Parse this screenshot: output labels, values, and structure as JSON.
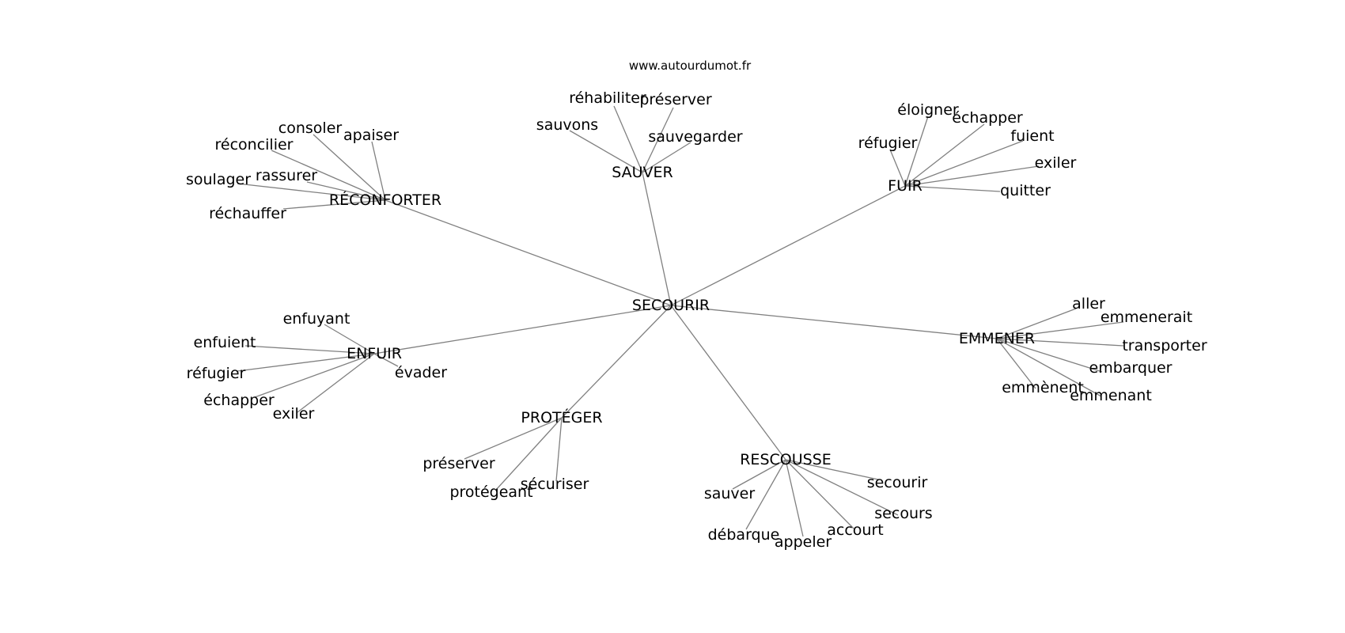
{
  "source": "www.autourdumot.fr",
  "graph": {
    "center": "SECOURIR",
    "hubs": [
      {
        "id": "sauver_hub",
        "label": "SAUVER",
        "words": [
          "réhabiliter",
          "préserver",
          "sauvons",
          "sauvegarder"
        ]
      },
      {
        "id": "reconforter",
        "label": "RÉCONFORTER",
        "words": [
          "consoler",
          "apaiser",
          "réconcilier",
          "rassurer",
          "soulager",
          "réchauffer"
        ]
      },
      {
        "id": "fuir",
        "label": "FUIR",
        "words": [
          "éloigner",
          "échapper",
          "réfugier",
          "fuient",
          "exiler",
          "quitter"
        ]
      },
      {
        "id": "enfuir",
        "label": "ENFUIR",
        "words": [
          "enfuyant",
          "enfuient",
          "réfugier",
          "évader",
          "échapper",
          "exiler"
        ]
      },
      {
        "id": "emmener",
        "label": "EMMENER",
        "words": [
          "aller",
          "emmenerait",
          "transporter",
          "embarquer",
          "emmènent",
          "emmenant"
        ]
      },
      {
        "id": "proteger",
        "label": "PROTÉGER",
        "words": [
          "préserver",
          "protégeant",
          "sécuriser"
        ]
      },
      {
        "id": "rescousse",
        "label": "RESCOUSSE",
        "words": [
          "sauver",
          "secourir",
          "secours",
          "débarque",
          "appeler",
          "accourt"
        ]
      }
    ]
  }
}
